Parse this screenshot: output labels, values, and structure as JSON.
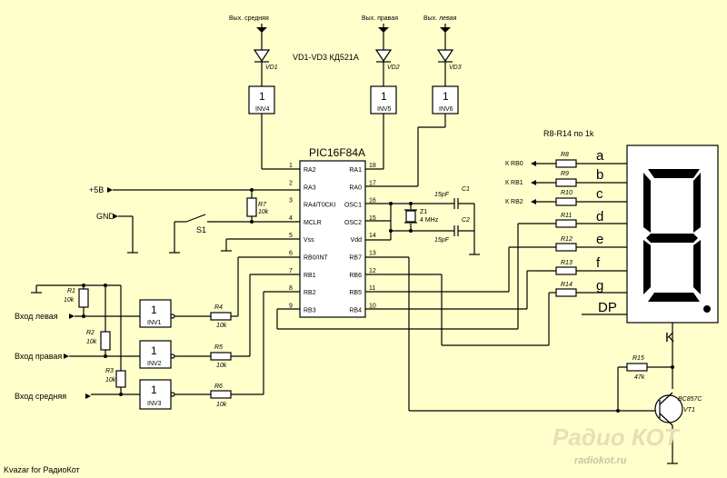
{
  "outputs": {
    "mid": "Вых. средняя",
    "right": "Вых. правая",
    "left": "Вых. левая"
  },
  "diodes": {
    "vd1": "VD1",
    "vd2": "VD2",
    "vd3": "VD3",
    "note": "VD1-VD3 КД521А"
  },
  "inverters": {
    "g1": "1",
    "inv1": "INV1",
    "inv2": "INV2",
    "inv3": "INV3",
    "inv4": "INV4",
    "inv5": "INV5",
    "inv6": "INV6"
  },
  "mcu": {
    "name": "PIC16F84A",
    "left_pins": [
      {
        "num": "1",
        "name": "RA2"
      },
      {
        "num": "2",
        "name": "RA3"
      },
      {
        "num": "3",
        "name": "RA4/T0CKI"
      },
      {
        "num": "4",
        "name": "MCLR"
      },
      {
        "num": "5",
        "name": "Vss"
      },
      {
        "num": "6",
        "name": "RB0/INT"
      },
      {
        "num": "7",
        "name": "RB1"
      },
      {
        "num": "8",
        "name": "RB2"
      },
      {
        "num": "9",
        "name": "RB3"
      }
    ],
    "right_pins": [
      {
        "num": "18",
        "name": "RA1"
      },
      {
        "num": "17",
        "name": "RA0"
      },
      {
        "num": "16",
        "name": "OSC1"
      },
      {
        "num": "15",
        "name": "OSC2"
      },
      {
        "num": "14",
        "name": "Vdd"
      },
      {
        "num": "13",
        "name": "RB7"
      },
      {
        "num": "12",
        "name": "RB6"
      },
      {
        "num": "11",
        "name": "RB5"
      },
      {
        "num": "10",
        "name": "RB4"
      }
    ]
  },
  "power": {
    "p5": "+5В",
    "gnd": "GND",
    "s1": "S1"
  },
  "resistors": {
    "r1": "R1",
    "r1v": "10k",
    "r2": "R2",
    "r2v": "10k",
    "r3": "R3",
    "r3v": "10k",
    "r4": "R4",
    "r4v": "10k",
    "r5": "R5",
    "r5v": "10k",
    "r6": "R6",
    "r6v": "10k",
    "r7": "R7",
    "r7v": "10k",
    "r8": "R8",
    "r9": "R9",
    "r10": "R10",
    "r11": "R11",
    "r12": "R12",
    "r13": "R13",
    "r14": "R14",
    "r15": "R15",
    "r15v": "47k",
    "note": "R8-R14 по 1k"
  },
  "crystal": {
    "c1": "C1",
    "c1v": "15pF",
    "c2": "C2",
    "c2v": "15pF",
    "z1": "Z1",
    "z1v": "4 MHz"
  },
  "inputs": {
    "left": "Вход левая",
    "right": "Вход правая",
    "mid": "Вход средняя"
  },
  "rb_links": {
    "rb0": "К RB0",
    "rb1": "К RB1",
    "rb2": "К RB2"
  },
  "segments": {
    "a": "a",
    "b": "b",
    "c": "c",
    "d": "d",
    "e": "e",
    "f": "f",
    "g": "g",
    "dp": "DP",
    "k": "K"
  },
  "transistor": {
    "vt1": "VT1",
    "type": "BC857C"
  },
  "footer": {
    "credit": "Kvazar for РадиоКот",
    "logo": "Радио КОТ",
    "site": "radiokot.ru"
  }
}
